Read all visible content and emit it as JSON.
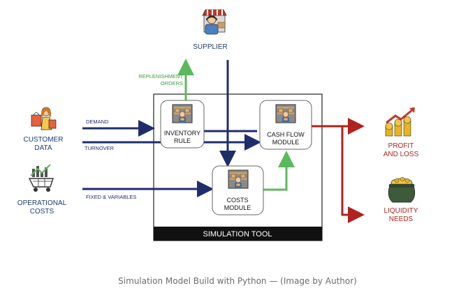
{
  "supplier": {
    "label": "SUPPLIER",
    "icon": "supplier-person-icon"
  },
  "replenishment": {
    "line1": "REPLENISHMENT",
    "line2": "ORDERS"
  },
  "customer": {
    "line1": "CUSTOMER",
    "line2": "DATA",
    "icon": "shopping-woman-icon"
  },
  "operational": {
    "line1": "OPERATIONAL",
    "line2": "COSTS",
    "icon": "cart-chart-icon"
  },
  "flows": {
    "demand": "DEMAND",
    "turnover": "TURNOVER",
    "fixed": "FIXED & VARIABLES"
  },
  "modules": {
    "inventory": {
      "line1": "INVENTORY",
      "line2": "RULE",
      "icon": "warehouse-worker-icon"
    },
    "cashflow": {
      "line1": "CASH FLOW",
      "line2": "MODULE",
      "icon": "warehouse-worker-icon"
    },
    "costs": {
      "line1": "COSTS",
      "line2": "MODULE",
      "icon": "warehouse-worker-icon"
    }
  },
  "simulation_tool": "SIMULATION TOOL",
  "outputs": {
    "profit": {
      "line1": "PROFIT",
      "line2": "AND LOSS",
      "icon": "coins-growth-icon"
    },
    "liquidity": {
      "line1": "LIQUIDITY",
      "line2": "NEEDS",
      "icon": "pot-of-gold-icon"
    }
  },
  "caption": "Simulation Model Build with Python — (Image by Author)",
  "colors": {
    "navy": "#1f2d6b",
    "green": "#5cb85c",
    "red": "#b0231c",
    "label_blue": "#1f3b73"
  }
}
